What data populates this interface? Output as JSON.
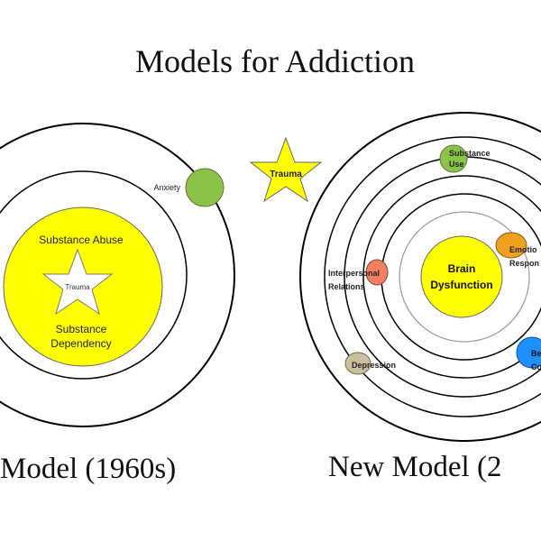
{
  "title": "Models for Addiction",
  "old_model": {
    "caption": "Model (1960s)",
    "planet_label": "Anxiety",
    "core_top_label": "Substance Abuse",
    "core_star_label": "Trauma",
    "core_bottom_line1": "Substance",
    "core_bottom_line2": "Dependency"
  },
  "center_star": {
    "label": "Trauma"
  },
  "new_model": {
    "caption": "New Model (2",
    "core_line1": "Brain",
    "core_line2": "Dysfunction",
    "planets": {
      "substance_use": {
        "line1": "Substance",
        "line2": "Use"
      },
      "emotional": {
        "line1": "Emotio",
        "line2": "Respon"
      },
      "interpersonal": {
        "line1": "Interpersonal",
        "line2": "Relations"
      },
      "depression": {
        "line1": "Depression"
      },
      "behavior": {
        "line1": "Be",
        "line2": "Co"
      }
    }
  },
  "colors": {
    "yellow": "#FFFF00",
    "green": "#8BC34A",
    "orange_amber": "#F0A020",
    "salmon": "#F08060",
    "taupe": "#C8C0A0",
    "blue": "#1E90FF",
    "ring": "#000000",
    "ring_light": "#9a9a9a"
  }
}
